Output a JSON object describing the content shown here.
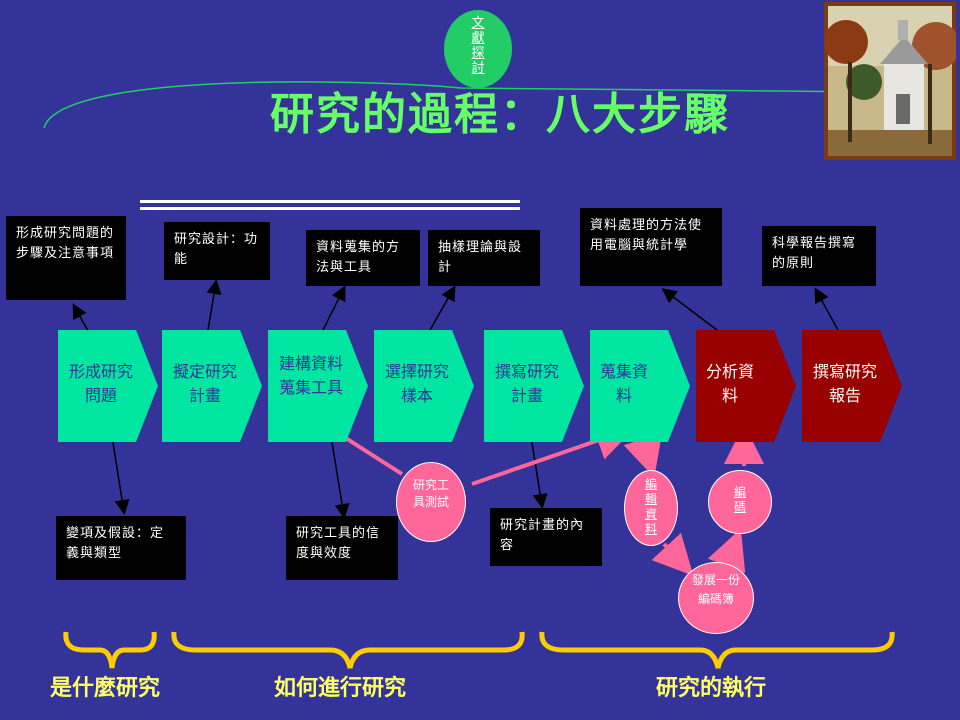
{
  "title": "研究的過程：八大步驟",
  "literature_bubble": "文獻探討",
  "steps": [
    {
      "label": "形成研究問題",
      "color": "#00e6a0"
    },
    {
      "label": "擬定研究計畫",
      "color": "#00e6a0"
    },
    {
      "label": "建構資料蒐集工具",
      "color": "#00e6a0"
    },
    {
      "label": "選擇研究樣本",
      "color": "#00e6a0"
    },
    {
      "label": "撰寫研究計畫",
      "color": "#00e6a0"
    },
    {
      "label": "蒐集資料",
      "color": "#00e6a0"
    },
    {
      "label": "分析資料",
      "color": "#990000"
    },
    {
      "label": "撰寫研究報告",
      "color": "#990000"
    }
  ],
  "top_notes": [
    "形成研究問題的步驟及注意事項",
    "研究設計：功能",
    "資料蒐集的方法與工具",
    "抽樣理論與設計",
    "資料處理的方法使用電腦與統計學",
    "科學報告撰寫的原則"
  ],
  "bottom_notes": [
    "變項及假設：定義與類型",
    "研究工具的信度與效度",
    "研究計畫的內容"
  ],
  "ovals": {
    "pretest": "研究工具測試",
    "edit_data": "編輯資料",
    "coding": "編碼",
    "codebook": "發展一份編碼簿"
  },
  "categories": {
    "what": "是什麼研究",
    "how": "如何進行研究",
    "execution": "研究的執行"
  },
  "colors": {
    "background": "#333399",
    "title": "#66ff66",
    "green_step": "#00e6a0",
    "red_step": "#990000",
    "oval": "#ff6699",
    "category": "#ffff66"
  }
}
